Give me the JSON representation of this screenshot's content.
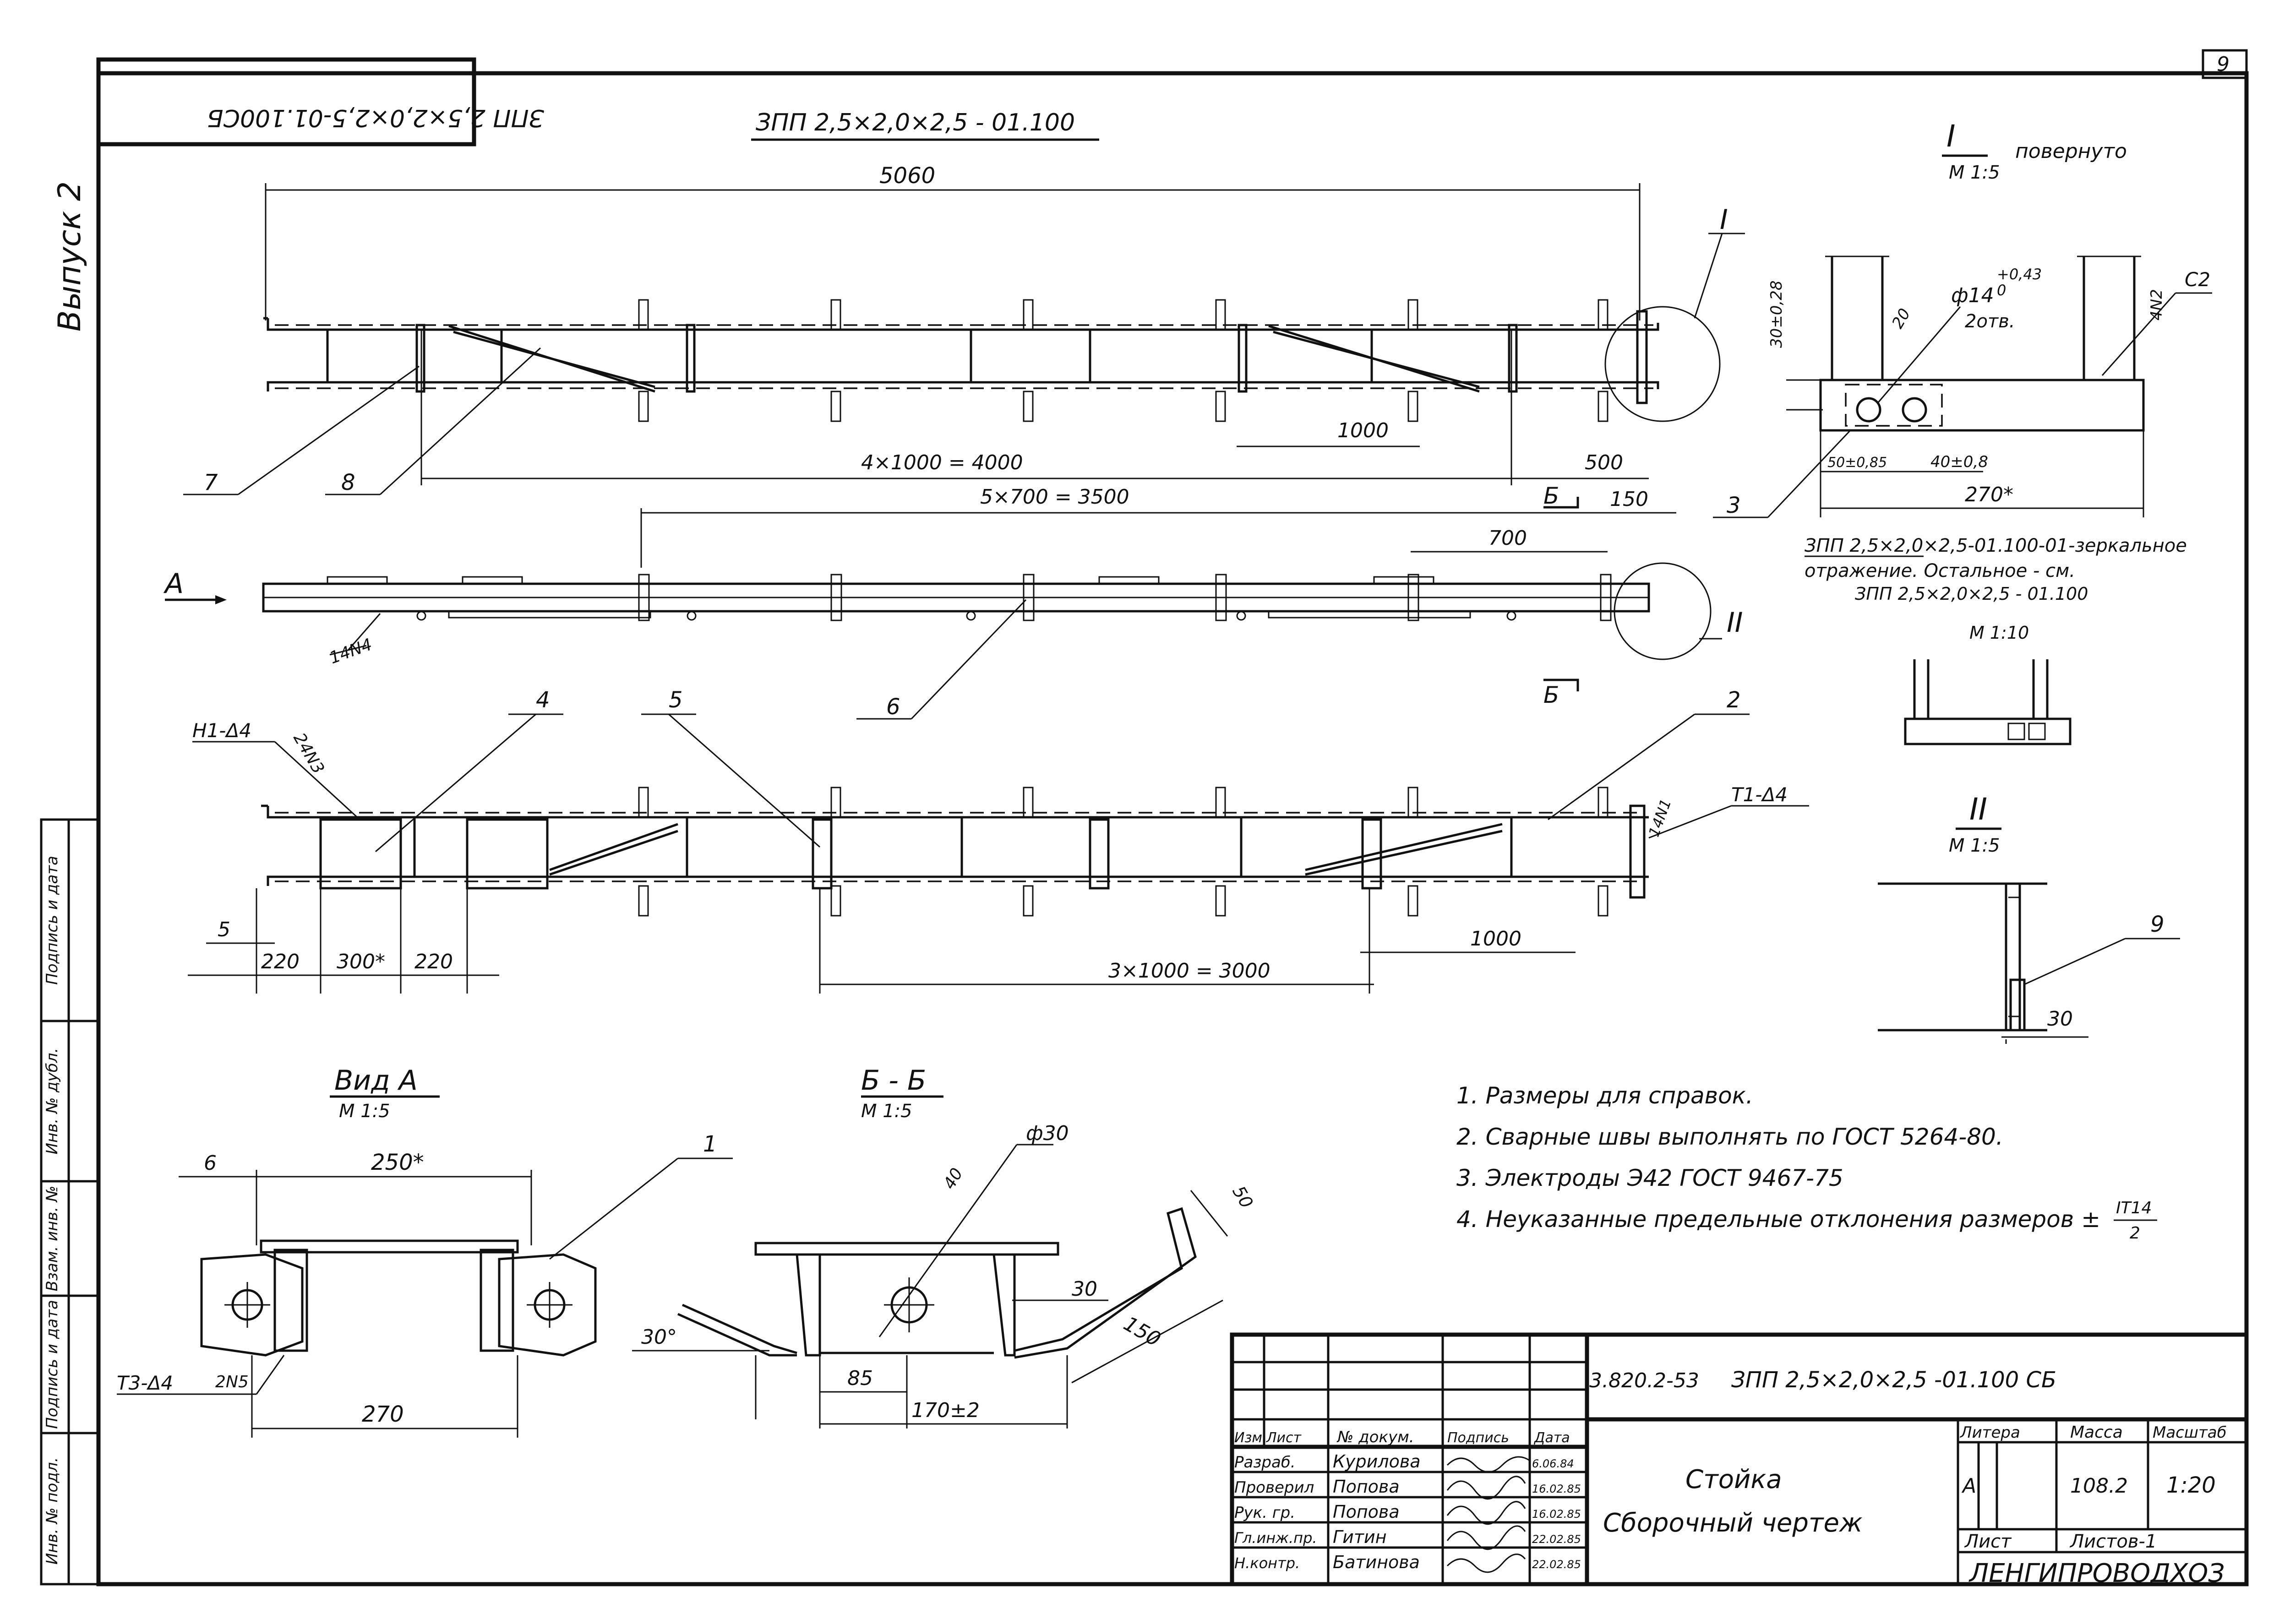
{
  "sheet": {
    "number": "9",
    "issue_label": "Выпуск 2",
    "mirror_code": "ЗПП 2,5×2,0×2,5-01.100СБ"
  },
  "left_strip": {
    "labels": [
      "Инв. № подл.",
      "Подпись и дата",
      "Взам. инв. №",
      "Инв. № дубл.",
      "Подпись и дата"
    ]
  },
  "top_view": {
    "title": "ЗПП 2,5×2,0×2,5 - 01.100",
    "dim_total": "5060",
    "dim_4x1000": "4×1000 = 4000",
    "dim_1000": "1000",
    "dim_500": "500",
    "callout_7": "7",
    "callout_8": "8",
    "detail_I": "I"
  },
  "side_view": {
    "dim_5x700": "5×700 = 3500",
    "dim_700": "700",
    "dim_150": "150",
    "arrow_A": "А",
    "weld_14n4": "14N4",
    "callout_6": "6",
    "section_B": "Б",
    "detail_II": "II"
  },
  "bottom_view": {
    "weld_h1": "Н1-Δ4",
    "weld_24n3": "24N3",
    "weld_t1": "Т1-Δ4",
    "weld_14n1": "14N1",
    "callout_4": "4",
    "callout_5": "5",
    "callout_2": "2",
    "dim_5": "5",
    "dim_220a": "220",
    "dim_300": "300*",
    "dim_220b": "220",
    "dim_3x1000": "3×1000 = 3000",
    "dim_1000": "1000"
  },
  "detail_I_view": {
    "title": "I",
    "scale": "М 1:5",
    "rotated": "повернуто",
    "dim_30": "30±0,28",
    "hole": "ф14",
    "hole_tol": "+0,43",
    "hole_tol_low": "0",
    "hole_count": "2отв.",
    "dim_20": "20",
    "weld_4n2": "4N2",
    "chamfer": "С2",
    "dim_50": "50±0,85",
    "dim_40": "40±0,8",
    "dim_270": "270*",
    "callout_3": "3",
    "note_mirror_1": "ЗПП 2,5×2,0×2,5-01.100-01-зеркальное",
    "note_mirror_2": "отражение. Остальное - см.",
    "note_mirror_3": "ЗПП 2,5×2,0×2,5 - 01.100",
    "scale_small": "М 1:10"
  },
  "detail_II_view": {
    "title": "II",
    "scale": "М 1:5",
    "callout_9": "9",
    "dim_30": "30"
  },
  "view_A": {
    "title": "Вид А",
    "scale": "М 1:5",
    "dim_6": "6",
    "dim_250": "250*",
    "dim_270": "270",
    "weld": "Т3-Δ4",
    "weld_count": "2N5",
    "callout_1": "1"
  },
  "section_BB": {
    "title": "Б - Б",
    "scale": "М 1:5",
    "hole": "ф30",
    "dim_40": "40",
    "dim_50": "50",
    "dim_30": "30",
    "dim_150": "150",
    "angle": "30°",
    "dim_85": "85",
    "dim_170": "170±2"
  },
  "notes": [
    "1. Размеры для справок.",
    "2. Сварные швы выполнять по ГОСТ 5264-80.",
    "3. Электроды Э42 ГОСТ 9467-75",
    "4. Неуказанные предельные отклонения размеров ±"
  ],
  "note4_fraction_top": "IT14",
  "note4_fraction_bottom": "2",
  "title_block": {
    "doc_ref": "3.820.2-53",
    "designation": "ЗПП 2,5×2,0×2,5 -01.100 СБ",
    "name_1": "Стойка",
    "name_2": "Сборочный чертеж",
    "col_izm": "Изм.",
    "col_list": "Лист",
    "col_doc": "№ докум.",
    "col_sign": "Подпись",
    "col_date": "Дата",
    "rows": [
      {
        "role": "Разраб.",
        "name": "Курилова",
        "date": "6.06.84"
      },
      {
        "role": "Проверил",
        "name": "Попова",
        "date": "16.02.85"
      },
      {
        "role": "Рук. гр.",
        "name": "Попова",
        "date": "16.02.85"
      },
      {
        "role": "Гл.инж.пр.",
        "name": "Гитин",
        "date": "22.02.85"
      },
      {
        "role": "Н.контр.",
        "name": "Батинова",
        "date": "22.02.85"
      }
    ],
    "litera_label": "Литера",
    "mass_label": "Масса",
    "scale_label": "Масштаб",
    "litera": "А",
    "mass": "108.2",
    "scale": "1:20",
    "sheet_label": "Лист",
    "sheets_label": "Листов-1",
    "org": "ЛЕНГИПРОВОДХОЗ"
  }
}
